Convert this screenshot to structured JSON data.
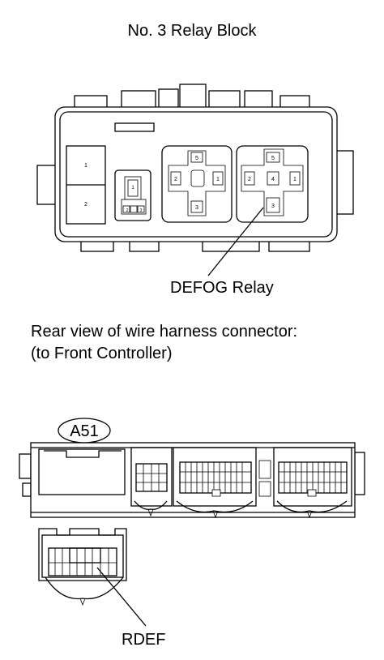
{
  "title": "No. 3 Relay Block",
  "relay_callout": "DEFOG Relay",
  "connector_caption_line1": "Rear view of wire harness connector:",
  "connector_caption_line2": "(to Front Controller)",
  "connector_id": "A51",
  "terminal_callout": "RDEF",
  "fuse_labels": [
    "1",
    "2"
  ],
  "small_connector_pins": [
    "1",
    "2",
    "3"
  ],
  "relay_middle_pins": [
    "5",
    "2",
    "1",
    "3"
  ],
  "relay_defog_pins": [
    "5",
    "2",
    "4",
    "1",
    "3"
  ]
}
